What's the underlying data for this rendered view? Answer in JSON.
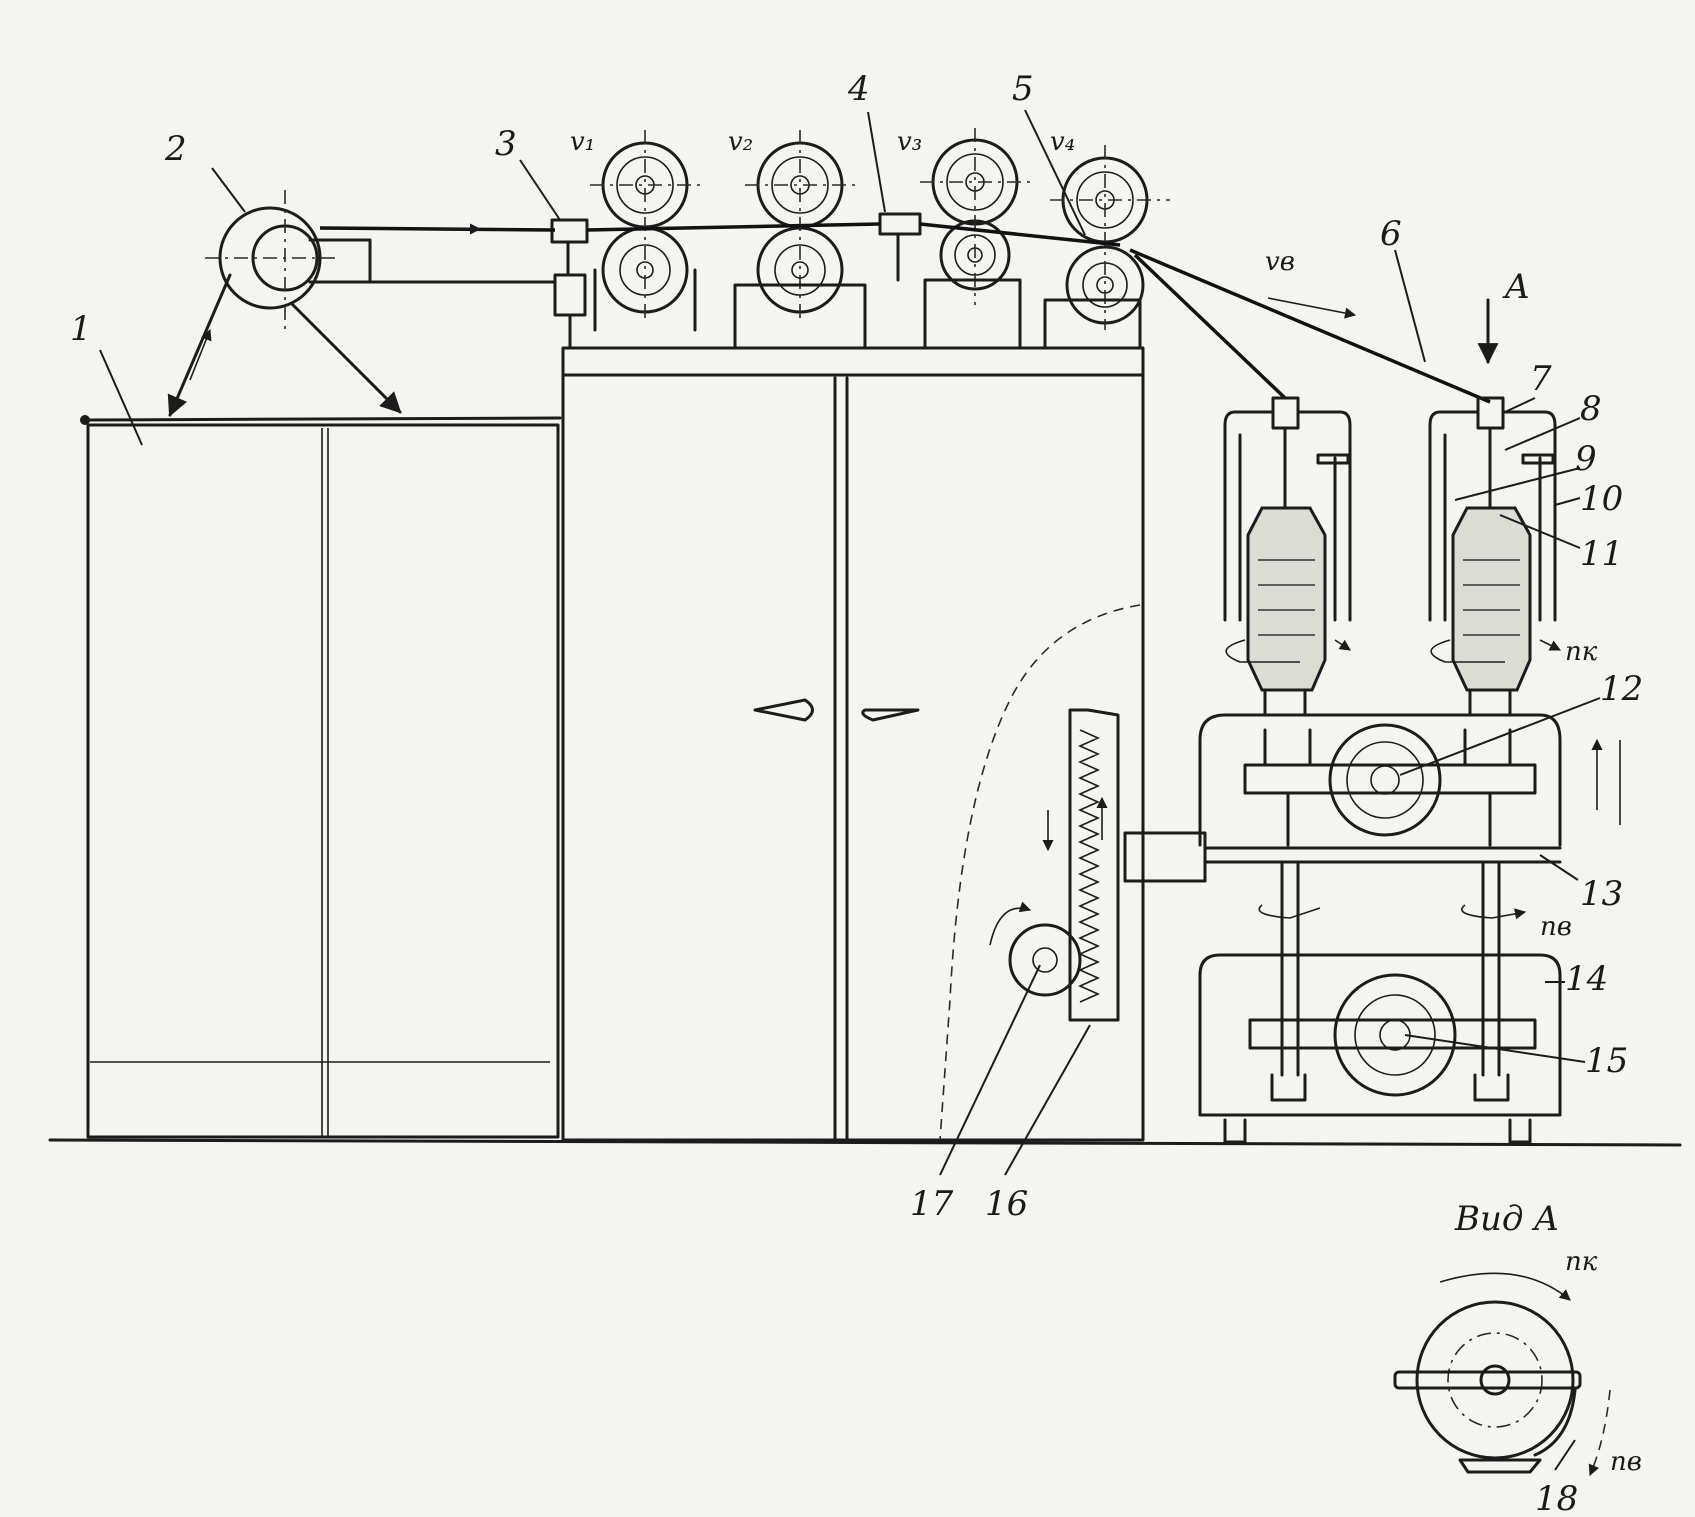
{
  "callouts": [
    "1",
    "2",
    "3",
    "4",
    "5",
    "6",
    "7",
    "8",
    "9",
    "10",
    "11",
    "12",
    "13",
    "14",
    "15",
    "16",
    "17",
    "18"
  ],
  "speeds": [
    "v₁",
    "v₂",
    "v₃",
    "v₄",
    "vв"
  ],
  "view_marker": "A",
  "view_title": "Вид A",
  "rotation_labels": {
    "spindle": "nк",
    "bobbin": "nв"
  }
}
